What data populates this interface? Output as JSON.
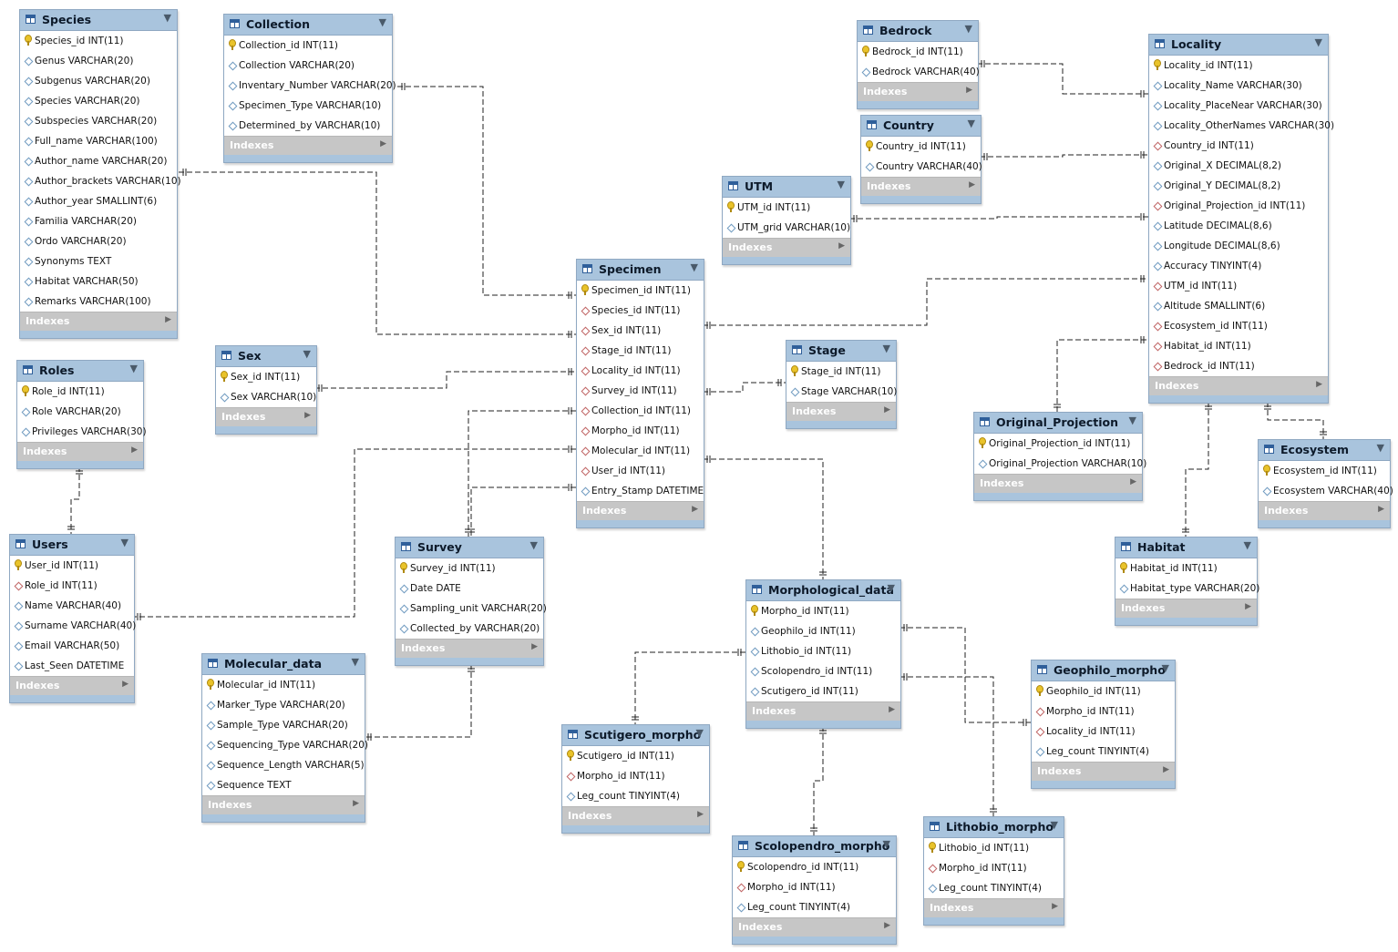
{
  "tables": [
    {
      "id": "species",
      "name": "Species",
      "indexes_label": "Indexes",
      "columns": [
        {
          "label": "Species_id INT(11)",
          "kind": "pk"
        },
        {
          "label": "Genus VARCHAR(20)",
          "kind": "col"
        },
        {
          "label": "Subgenus VARCHAR(20)",
          "kind": "col"
        },
        {
          "label": "Species VARCHAR(20)",
          "kind": "col"
        },
        {
          "label": "Subspecies VARCHAR(20)",
          "kind": "col"
        },
        {
          "label": "Full_name VARCHAR(100)",
          "kind": "col"
        },
        {
          "label": "Author_name VARCHAR(20)",
          "kind": "col"
        },
        {
          "label": "Author_brackets VARCHAR(10)",
          "kind": "col"
        },
        {
          "label": "Author_year SMALLINT(6)",
          "kind": "col"
        },
        {
          "label": "Familia VARCHAR(20)",
          "kind": "col"
        },
        {
          "label": "Ordo VARCHAR(20)",
          "kind": "col"
        },
        {
          "label": "Synonyms TEXT",
          "kind": "col"
        },
        {
          "label": "Habitat VARCHAR(50)",
          "kind": "col"
        },
        {
          "label": "Remarks VARCHAR(100)",
          "kind": "col"
        }
      ]
    },
    {
      "id": "collection",
      "name": "Collection",
      "indexes_label": "Indexes",
      "columns": [
        {
          "label": "Collection_id INT(11)",
          "kind": "pk"
        },
        {
          "label": "Collection VARCHAR(20)",
          "kind": "col"
        },
        {
          "label": "Inventary_Number VARCHAR(20)",
          "kind": "col"
        },
        {
          "label": "Specimen_Type VARCHAR(10)",
          "kind": "col"
        },
        {
          "label": "Determined_by VARCHAR(10)",
          "kind": "col"
        }
      ]
    },
    {
      "id": "bedrock",
      "name": "Bedrock",
      "indexes_label": "Indexes",
      "columns": [
        {
          "label": "Bedrock_id INT(11)",
          "kind": "pk"
        },
        {
          "label": "Bedrock VARCHAR(40)",
          "kind": "col"
        }
      ]
    },
    {
      "id": "country",
      "name": "Country",
      "indexes_label": "Indexes",
      "columns": [
        {
          "label": "Country_id INT(11)",
          "kind": "pk"
        },
        {
          "label": "Country VARCHAR(40)",
          "kind": "col"
        }
      ]
    },
    {
      "id": "utm",
      "name": "UTM",
      "indexes_label": "Indexes",
      "columns": [
        {
          "label": "UTM_id INT(11)",
          "kind": "pk"
        },
        {
          "label": "UTM_grid VARCHAR(10)",
          "kind": "col"
        }
      ]
    },
    {
      "id": "locality",
      "name": "Locality",
      "indexes_label": "Indexes",
      "columns": [
        {
          "label": "Locality_id INT(11)",
          "kind": "pk"
        },
        {
          "label": "Locality_Name VARCHAR(30)",
          "kind": "col"
        },
        {
          "label": "Locality_PlaceNear VARCHAR(30)",
          "kind": "col"
        },
        {
          "label": "Locality_OtherNames VARCHAR(30)",
          "kind": "col"
        },
        {
          "label": "Country_id INT(11)",
          "kind": "fk"
        },
        {
          "label": "Original_X DECIMAL(8,2)",
          "kind": "col"
        },
        {
          "label": "Original_Y DECIMAL(8,2)",
          "kind": "col"
        },
        {
          "label": "Original_Projection_id INT(11)",
          "kind": "fk"
        },
        {
          "label": "Latitude DECIMAL(8,6)",
          "kind": "col"
        },
        {
          "label": "Longitude DECIMAL(8,6)",
          "kind": "col"
        },
        {
          "label": "Accuracy TINYINT(4)",
          "kind": "col"
        },
        {
          "label": "UTM_id INT(11)",
          "kind": "fk"
        },
        {
          "label": "Altitude SMALLINT(6)",
          "kind": "col"
        },
        {
          "label": "Ecosystem_id INT(11)",
          "kind": "fk"
        },
        {
          "label": "Habitat_id INT(11)",
          "kind": "fk"
        },
        {
          "label": "Bedrock_id INT(11)",
          "kind": "fk"
        }
      ]
    },
    {
      "id": "specimen",
      "name": "Specimen",
      "indexes_label": "Indexes",
      "columns": [
        {
          "label": "Specimen_id INT(11)",
          "kind": "pk"
        },
        {
          "label": "Species_id INT(11)",
          "kind": "fk"
        },
        {
          "label": "Sex_id INT(11)",
          "kind": "fk"
        },
        {
          "label": "Stage_id INT(11)",
          "kind": "fk"
        },
        {
          "label": "Locality_id INT(11)",
          "kind": "fk"
        },
        {
          "label": "Survey_id INT(11)",
          "kind": "fk"
        },
        {
          "label": "Collection_id INT(11)",
          "kind": "fk"
        },
        {
          "label": "Morpho_id INT(11)",
          "kind": "fk"
        },
        {
          "label": "Molecular_id INT(11)",
          "kind": "fk"
        },
        {
          "label": "User_id INT(11)",
          "kind": "fk"
        },
        {
          "label": "Entry_Stamp DATETIME",
          "kind": "col"
        }
      ]
    },
    {
      "id": "sex",
      "name": "Sex",
      "indexes_label": "Indexes",
      "columns": [
        {
          "label": "Sex_id INT(11)",
          "kind": "pk"
        },
        {
          "label": "Sex VARCHAR(10)",
          "kind": "col"
        }
      ]
    },
    {
      "id": "stage",
      "name": "Stage",
      "indexes_label": "Indexes",
      "columns": [
        {
          "label": "Stage_id INT(11)",
          "kind": "pk"
        },
        {
          "label": "Stage VARCHAR(10)",
          "kind": "col"
        }
      ]
    },
    {
      "id": "roles",
      "name": "Roles",
      "indexes_label": "Indexes",
      "columns": [
        {
          "label": "Role_id INT(11)",
          "kind": "pk"
        },
        {
          "label": "Role VARCHAR(20)",
          "kind": "col"
        },
        {
          "label": "Privileges VARCHAR(30)",
          "kind": "col"
        }
      ]
    },
    {
      "id": "users",
      "name": "Users",
      "indexes_label": "Indexes",
      "columns": [
        {
          "label": "User_id INT(11)",
          "kind": "pk"
        },
        {
          "label": "Role_id INT(11)",
          "kind": "fk"
        },
        {
          "label": "Name VARCHAR(40)",
          "kind": "col"
        },
        {
          "label": "Surname VARCHAR(40)",
          "kind": "col"
        },
        {
          "label": "Email VARCHAR(50)",
          "kind": "col"
        },
        {
          "label": "Last_Seen DATETIME",
          "kind": "col"
        }
      ]
    },
    {
      "id": "survey",
      "name": "Survey",
      "indexes_label": "Indexes",
      "columns": [
        {
          "label": "Survey_id INT(11)",
          "kind": "pk"
        },
        {
          "label": "Date DATE",
          "kind": "col"
        },
        {
          "label": "Sampling_unit VARCHAR(20)",
          "kind": "col"
        },
        {
          "label": "Collected_by VARCHAR(20)",
          "kind": "col"
        }
      ]
    },
    {
      "id": "molecular",
      "name": "Molecular_data",
      "indexes_label": "Indexes",
      "columns": [
        {
          "label": "Molecular_id INT(11)",
          "kind": "pk"
        },
        {
          "label": "Marker_Type VARCHAR(20)",
          "kind": "col"
        },
        {
          "label": "Sample_Type VARCHAR(20)",
          "kind": "col"
        },
        {
          "label": "Sequencing_Type VARCHAR(20)",
          "kind": "col"
        },
        {
          "label": "Sequence_Length VARCHAR(5)",
          "kind": "col"
        },
        {
          "label": "Sequence TEXT",
          "kind": "col"
        }
      ]
    },
    {
      "id": "original_projection",
      "name": "Original_Projection",
      "indexes_label": "Indexes",
      "columns": [
        {
          "label": "Original_Projection_id INT(11)",
          "kind": "pk"
        },
        {
          "label": "Original_Projection VARCHAR(10)",
          "kind": "col"
        }
      ]
    },
    {
      "id": "ecosystem",
      "name": "Ecosystem",
      "indexes_label": "Indexes",
      "columns": [
        {
          "label": "Ecosystem_id INT(11)",
          "kind": "pk"
        },
        {
          "label": "Ecosystem VARCHAR(40)",
          "kind": "col"
        }
      ]
    },
    {
      "id": "habitat",
      "name": "Habitat",
      "indexes_label": "Indexes",
      "columns": [
        {
          "label": "Habitat_id INT(11)",
          "kind": "pk"
        },
        {
          "label": "Habitat_type VARCHAR(20)",
          "kind": "col"
        }
      ]
    },
    {
      "id": "morphological",
      "name": "Morphological_data",
      "indexes_label": "Indexes",
      "columns": [
        {
          "label": "Morpho_id INT(11)",
          "kind": "pk"
        },
        {
          "label": "Geophilo_id INT(11)",
          "kind": "col"
        },
        {
          "label": "Lithobio_id INT(11)",
          "kind": "col"
        },
        {
          "label": "Scolopendro_id INT(11)",
          "kind": "col"
        },
        {
          "label": "Scutigero_id INT(11)",
          "kind": "col"
        }
      ]
    },
    {
      "id": "scutigero",
      "name": "Scutigero_morpho",
      "indexes_label": "Indexes",
      "columns": [
        {
          "label": "Scutigero_id INT(11)",
          "kind": "pk"
        },
        {
          "label": "Morpho_id INT(11)",
          "kind": "fk"
        },
        {
          "label": "Leg_count TINYINT(4)",
          "kind": "col"
        }
      ]
    },
    {
      "id": "scolopendro",
      "name": "Scolopendro_morpho",
      "indexes_label": "Indexes",
      "columns": [
        {
          "label": "Scolopendro_id INT(11)",
          "kind": "pk"
        },
        {
          "label": "Morpho_id INT(11)",
          "kind": "fk"
        },
        {
          "label": "Leg_count TINYINT(4)",
          "kind": "col"
        }
      ]
    },
    {
      "id": "lithobio",
      "name": "Lithobio_morpho",
      "indexes_label": "Indexes",
      "columns": [
        {
          "label": "Lithobio_id INT(11)",
          "kind": "pk"
        },
        {
          "label": "Morpho_id INT(11)",
          "kind": "fk"
        },
        {
          "label": "Leg_count TINYINT(4)",
          "kind": "col"
        }
      ]
    },
    {
      "id": "geophilo",
      "name": "Geophilo_morpho",
      "indexes_label": "Indexes",
      "columns": [
        {
          "label": "Geophilo_id INT(11)",
          "kind": "pk"
        },
        {
          "label": "Morpho_id INT(11)",
          "kind": "fk"
        },
        {
          "label": "Locality_id INT(11)",
          "kind": "fk"
        },
        {
          "label": "Leg_count TINYINT(4)",
          "kind": "col"
        }
      ]
    }
  ]
}
